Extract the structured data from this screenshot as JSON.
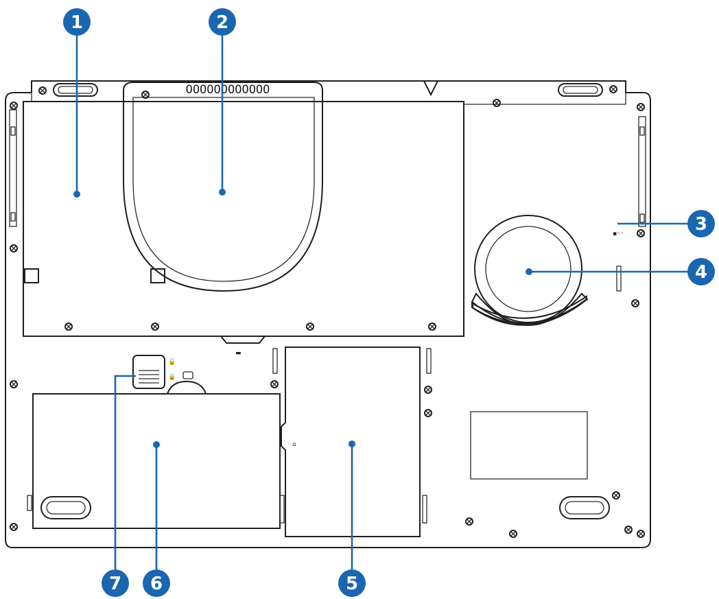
{
  "callouts": [
    {
      "id": "1",
      "label": "1"
    },
    {
      "id": "2",
      "label": "2"
    },
    {
      "id": "3",
      "label": "3"
    },
    {
      "id": "4",
      "label": "4"
    },
    {
      "id": "5",
      "label": "5"
    },
    {
      "id": "6",
      "label": "6"
    },
    {
      "id": "7",
      "label": "7"
    }
  ],
  "colors": {
    "accent": "#1a66b0",
    "outline": "#1f1f1f",
    "background": "#ffffff"
  },
  "vent_text": "OOOOOOOOOOOO"
}
